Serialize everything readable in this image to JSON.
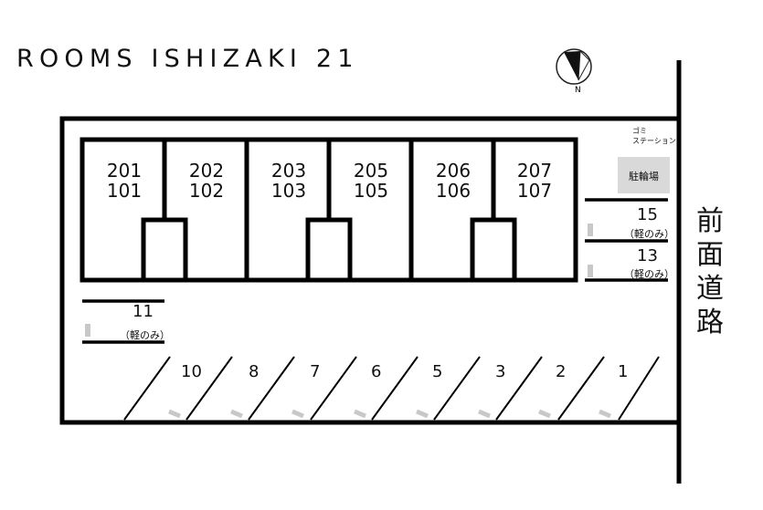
{
  "title": "ROOMS ISHIZAKI 21",
  "compass": {
    "north_label": "N"
  },
  "units": [
    {
      "upper": "201",
      "lower": "101"
    },
    {
      "upper": "202",
      "lower": "102"
    },
    {
      "upper": "203",
      "lower": "103"
    },
    {
      "upper": "205",
      "lower": "105"
    },
    {
      "upper": "206",
      "lower": "106"
    },
    {
      "upper": "207",
      "lower": "107"
    }
  ],
  "garbage_station": {
    "line1": "ゴミ",
    "line2": "ステーション"
  },
  "bicycle_parking": "駐輪場",
  "road_label": "前面道路",
  "road_chars": [
    "前",
    "面",
    "道",
    "路"
  ],
  "parking_side": [
    {
      "number": "15",
      "note": "（軽のみ）"
    },
    {
      "number": "13",
      "note": "（軽のみ）"
    },
    {
      "number": "11",
      "note": "（軽のみ）"
    }
  ],
  "parking_bottom": [
    "10",
    "8",
    "7",
    "6",
    "5",
    "3",
    "2",
    "1"
  ]
}
